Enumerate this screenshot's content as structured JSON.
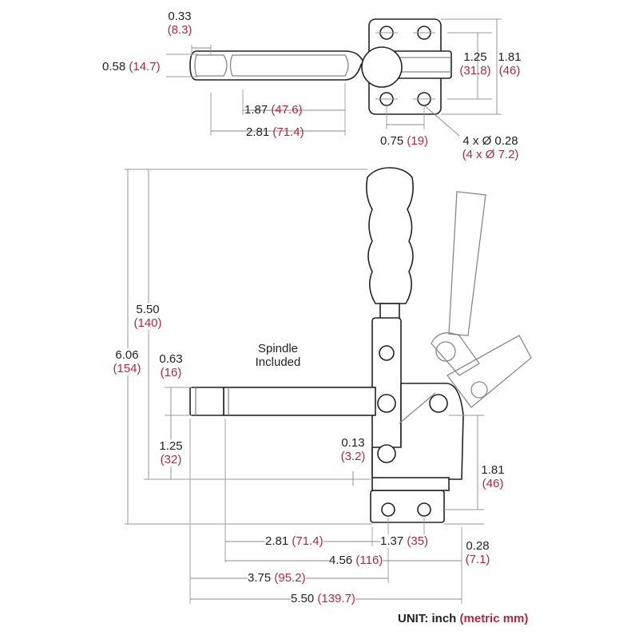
{
  "unit_note": {
    "unit_label": "UNIT:",
    "inch_label": "inch",
    "metric_label": "(metric mm)"
  },
  "top_view": {
    "width_thin": {
      "inch": "0.33",
      "mm": "(8.3)"
    },
    "handle_height": {
      "inch": "0.58",
      "mm": "(14.7)"
    },
    "len_187": {
      "inch": "1.87",
      "mm": "(47.6)"
    },
    "len_281": {
      "inch": "2.81",
      "mm": "(71.4)"
    },
    "base_125": {
      "inch": "1.25",
      "mm": "(31.8)"
    },
    "base_181": {
      "inch": "1.81",
      "mm": "(46)"
    },
    "hole_spacing": {
      "inch": "0.75",
      "mm": "(19)"
    },
    "holes": {
      "inch": "4 x Ø 0.28",
      "mm": "(4 x Ø 7.2)"
    }
  },
  "side_view": {
    "spindle_note": "Spindle\nIncluded",
    "height_550": {
      "inch": "5.50",
      "mm": "(140)"
    },
    "height_606": {
      "inch": "6.06",
      "mm": "(154)"
    },
    "spindle_dia": {
      "inch": "0.63",
      "mm": "(16)"
    },
    "spindle_125": {
      "inch": "1.25",
      "mm": "(32)"
    },
    "offset_013": {
      "inch": "0.13",
      "mm": "(3.2)"
    },
    "base_181": {
      "inch": "1.81",
      "mm": "(46)"
    },
    "base_028": {
      "inch": "0.28",
      "mm": "(7.1)"
    },
    "len_281": {
      "inch": "2.81",
      "mm": "(71.4)"
    },
    "len_137": {
      "inch": "1.37",
      "mm": "(35)"
    },
    "len_456": {
      "inch": "4.56",
      "mm": "(116)"
    },
    "len_375": {
      "inch": "3.75",
      "mm": "(95.2)"
    },
    "len_550": {
      "inch": "5.50",
      "mm": "(139.7)"
    }
  }
}
